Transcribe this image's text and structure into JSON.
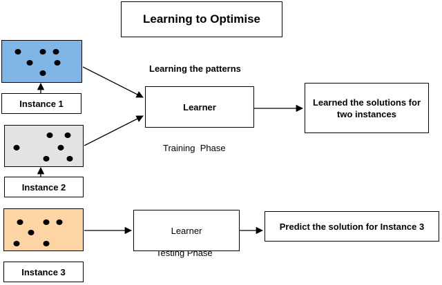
{
  "title": "Learning to Optimise",
  "phases": {
    "learning_caption": "Learning the patterns",
    "training_caption": "Training  Phase",
    "testing_caption": "Testing Phase"
  },
  "learner_train": "Learner",
  "learner_test": "Learner",
  "output_train": "Learned the solutions for two instances",
  "output_test": "Predict the solution for Instance 3",
  "instances": [
    {
      "label": "Instance 1",
      "color": "#7fb6e6"
    },
    {
      "label": "Instance 2",
      "color": "#e3e3e3"
    },
    {
      "label": "Instance 3",
      "color": "#fdd4a4"
    }
  ]
}
